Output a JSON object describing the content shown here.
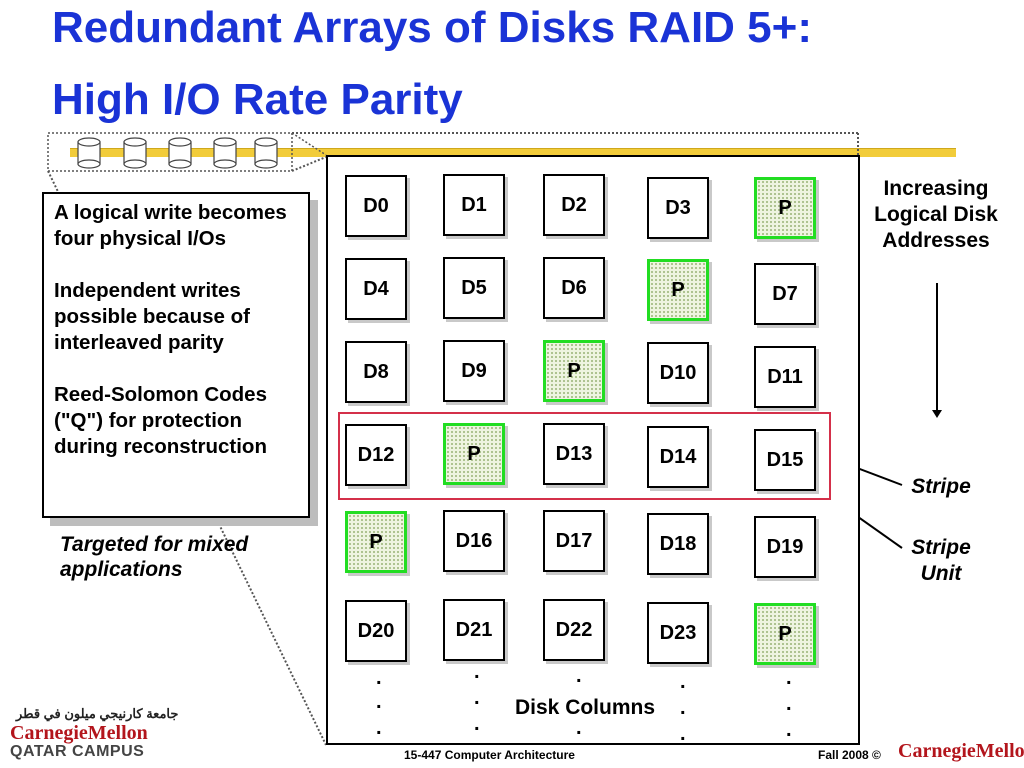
{
  "title": {
    "line1": "Redundant Arrays of Disks RAID 5+:",
    "line2": "High I/O Rate Parity"
  },
  "bullets": [
    "A logical write becomes four physical I/Os",
    "Independent writes possible because of interleaved parity",
    "Reed-Solomon Codes (\"Q\") for protection during reconstruction"
  ],
  "targeted": "Targeted for mixed applications",
  "grid": {
    "rows": [
      [
        "D0",
        "D1",
        "D2",
        "D3",
        "P"
      ],
      [
        "D4",
        "D5",
        "D6",
        "P",
        "D7"
      ],
      [
        "D8",
        "D9",
        "P",
        "D10",
        "D11"
      ],
      [
        "D12",
        "P",
        "D13",
        "D14",
        "D15"
      ],
      [
        "P",
        "D16",
        "D17",
        "D18",
        "D19"
      ],
      [
        "D20",
        "D21",
        "D22",
        "D23",
        "P"
      ]
    ],
    "column_dots": ".",
    "column_label": "Disk Columns"
  },
  "labels": {
    "increasing": "Increasing Logical Disk Addresses",
    "stripe": "Stripe",
    "stripe_unit": "Stripe Unit"
  },
  "footer": {
    "course": "15-447  Computer Architecture",
    "term": "Fall 2008 ©",
    "brand": "CarnegieMellon"
  },
  "logo": {
    "arabic": "جامعة كارنيجي ميلون في قطر",
    "name": "CarnegieMellon",
    "campus": "QATAR CAMPUS"
  },
  "colors": {
    "title": "#1a33d6",
    "parity_border": "#22dd22",
    "stripe_border": "#d4304a",
    "cmu_red": "#b3151c",
    "rule": "#f2cc3a"
  }
}
